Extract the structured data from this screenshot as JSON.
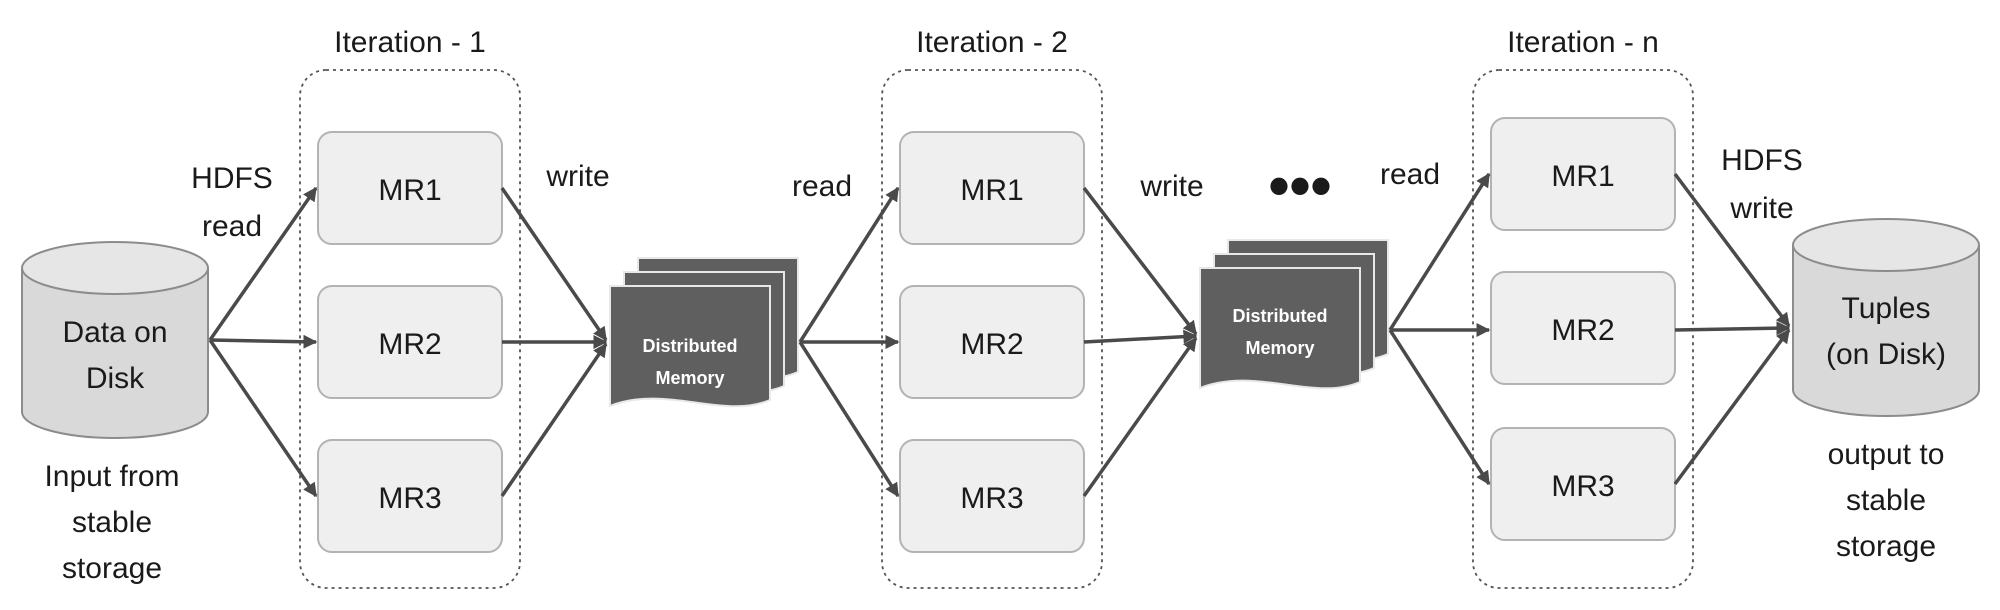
{
  "iterations": [
    {
      "label": "Iteration - 1",
      "jobs": [
        "MR1",
        "MR2",
        "MR3"
      ]
    },
    {
      "label": "Iteration - 2",
      "jobs": [
        "MR1",
        "MR2",
        "MR3"
      ]
    },
    {
      "label": "Iteration - n",
      "jobs": [
        "MR1",
        "MR2",
        "MR3"
      ]
    }
  ],
  "input_store": {
    "lines": [
      "Data on",
      "Disk"
    ],
    "caption": [
      "Input from",
      "stable",
      "storage"
    ]
  },
  "output_store": {
    "lines": [
      "Tuples",
      "(on Disk)"
    ],
    "caption": [
      "output to",
      "stable",
      "storage"
    ]
  },
  "memory_stores": [
    {
      "lines": [
        "Distributed",
        "Memory"
      ]
    },
    {
      "lines": [
        "Distributed",
        "Memory"
      ]
    }
  ],
  "edge_labels": {
    "hdfs_read": [
      "HDFS",
      "read"
    ],
    "write_1": "write",
    "read_2": "read",
    "write_2": "write",
    "ellipsis": "•••",
    "read_n": "read",
    "hdfs_write": [
      "HDFS",
      "write"
    ]
  },
  "colors": {
    "arrow": "#4a4a4a",
    "memory": "#5f5f5f",
    "disk": "#d9d9d9",
    "job_box": "#efefef"
  }
}
